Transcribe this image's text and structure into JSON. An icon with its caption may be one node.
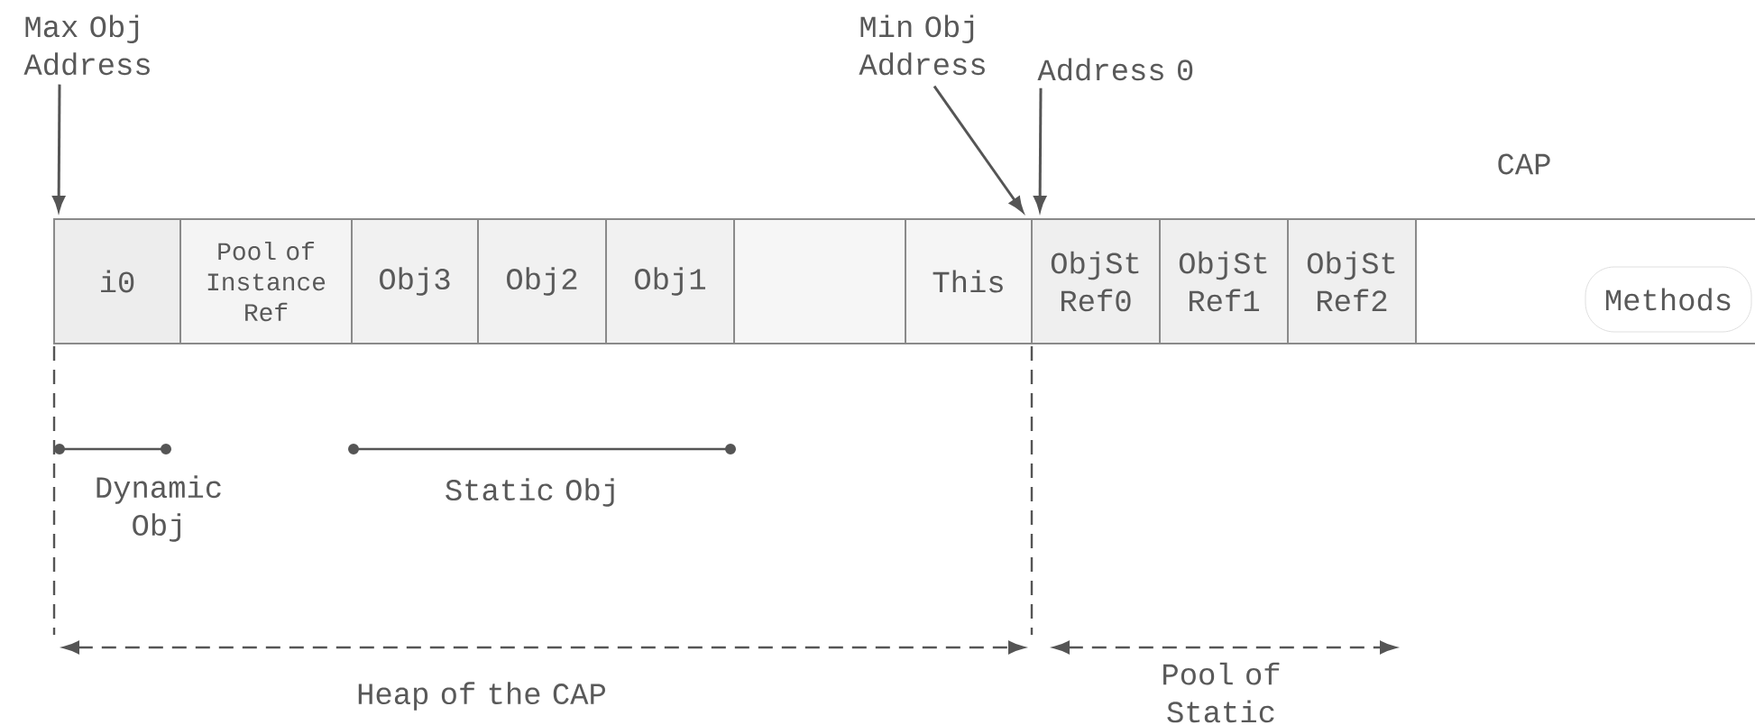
{
  "diagram": {
    "nodes": [
      {
        "text": [
          "CAP"
        ]
      },
      {
        "text": [
          "i0"
        ],
        "in": 0
      },
      {
        "text": [
          "Pool of Instance Ref"
        ],
        "in": 0
      },
      {
        "text": [
          "Obj3"
        ],
        "in": 0
      },
      {
        "text": [
          "Obj2"
        ],
        "in": 0
      },
      {
        "text": [
          "Obj1"
        ],
        "in": 0
      },
      {
        "text": [],
        "shape": "box",
        "in": 0
      },
      {
        "text": [
          "This"
        ],
        "in": 0
      },
      {
        "text": [
          "ObjSt Ref0"
        ],
        "in": 0
      },
      {
        "text": [
          "ObjSt Ref1"
        ],
        "in": 0
      },
      {
        "text": [
          "ObjSt Ref2"
        ],
        "in": 0
      },
      {
        "text": [
          "Methods"
        ],
        "in": 0
      },
      {
        "text": [
          "Max Obj Address"
        ]
      },
      {
        "text": [
          "Min Obj Address"
        ]
      },
      {
        "text": [
          "Address 0"
        ]
      }
    ],
    "edges": [
      {
        "from": 12,
        "to": 1,
        "arrow": "to"
      },
      {
        "from": 13,
        "to": 7,
        "arrow": "to"
      },
      {
        "from": 14,
        "to": 8,
        "arrow": "to"
      }
    ],
    "labels": [
      "Dynamic Obj",
      "Static Obj",
      "Heap of the CAP",
      "Pool of Static"
    ]
  }
}
